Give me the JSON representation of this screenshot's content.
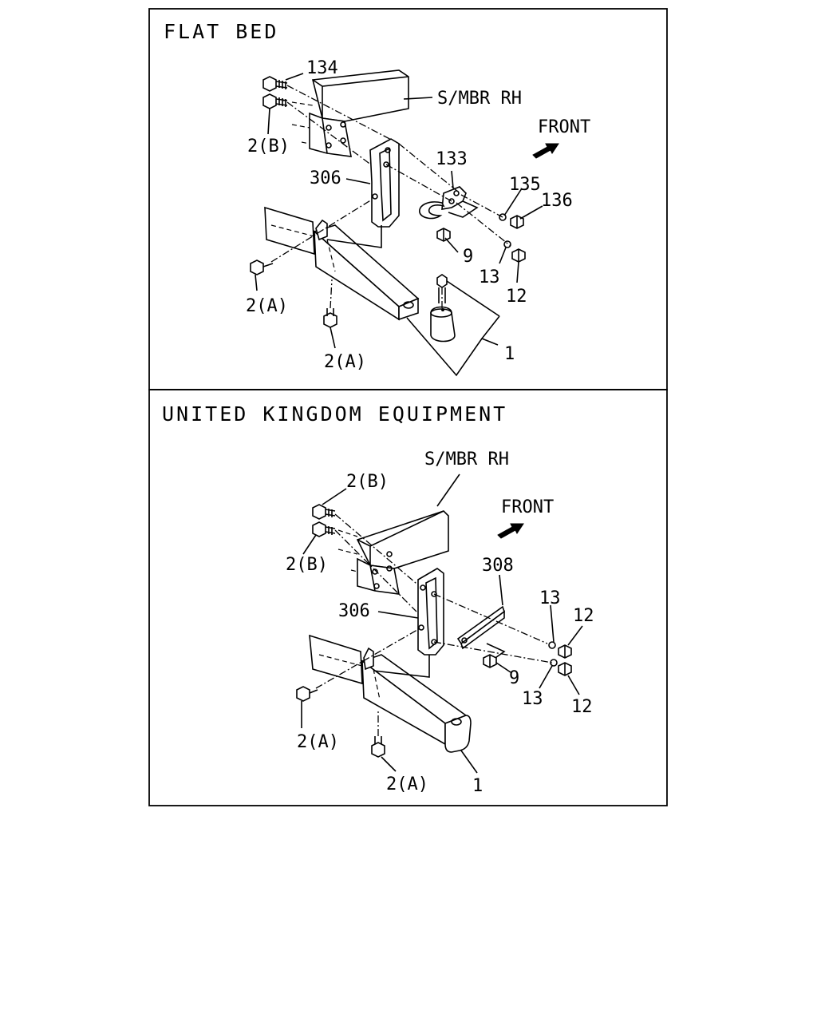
{
  "panels": [
    {
      "title": "FLAT BED",
      "labels": {
        "frame": "S/MBR RH",
        "front": "FRONT",
        "p134": "134",
        "p2b": "2(B)",
        "p306": "306",
        "p133": "133",
        "p135": "135",
        "p136": "136",
        "p9": "9",
        "p13": "13",
        "p12": "12",
        "p2a_left": "2(A)",
        "p2a_bottom": "2(A)",
        "p1": "1"
      }
    },
    {
      "title": "UNITED KINGDOM EQUIPMENT",
      "labels": {
        "frame": "S/MBR RH",
        "front": "FRONT",
        "p2b_top": "2(B)",
        "p2b_mid": "2(B)",
        "p308": "308",
        "p306": "306",
        "p13_top": "13",
        "p12_top": "12",
        "p9": "9",
        "p13_bottom": "13",
        "p12_bottom": "12",
        "p2a_left": "2(A)",
        "p2a_bottom": "2(A)",
        "p1": "1"
      }
    }
  ]
}
